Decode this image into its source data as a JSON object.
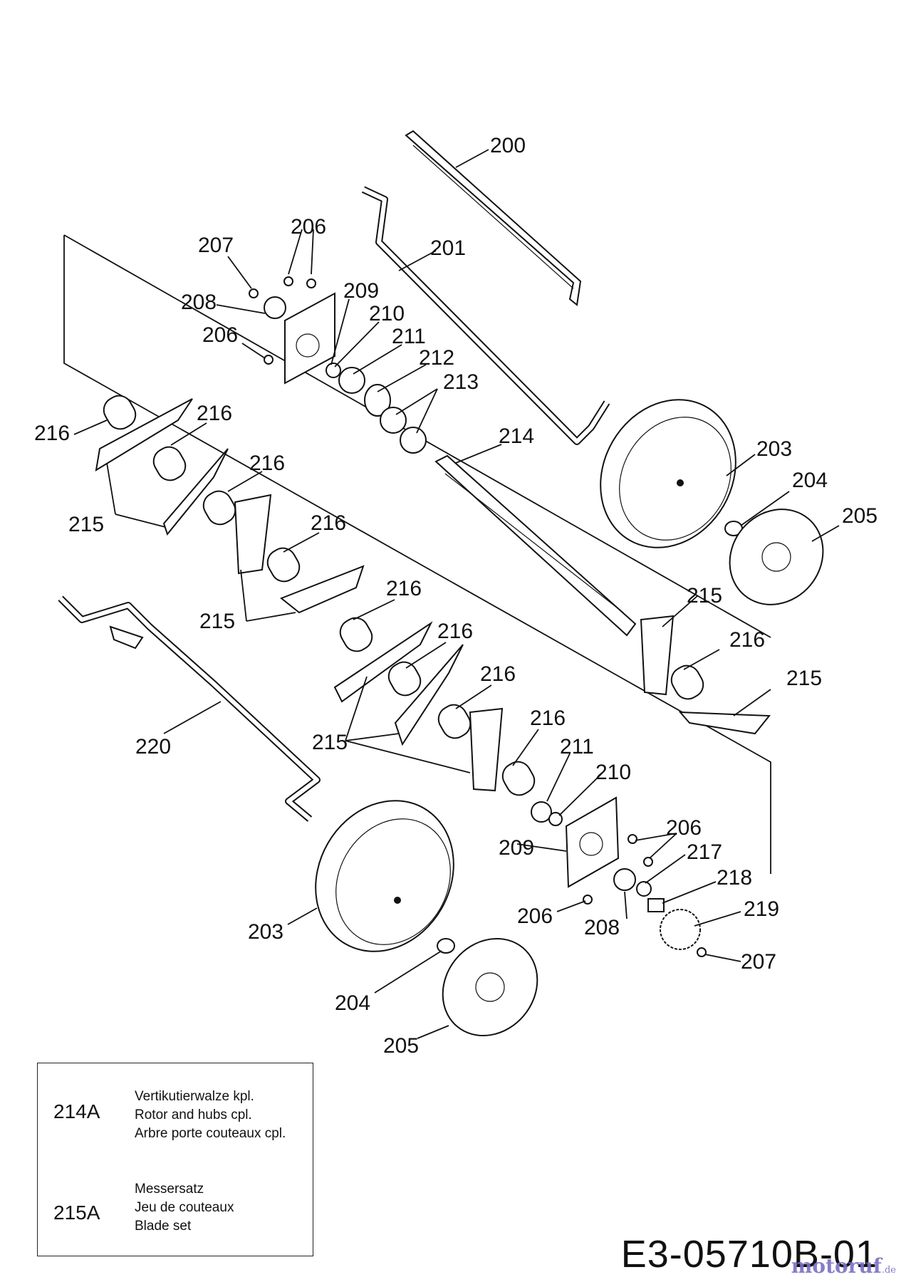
{
  "callouts": [
    "200",
    "201",
    "203",
    "204",
    "205",
    "206",
    "207",
    "208",
    "209",
    "210",
    "211",
    "212",
    "213",
    "214",
    "215",
    "216",
    "217",
    "218",
    "219",
    "220"
  ],
  "legend": [
    {
      "number": "214A",
      "lines": [
        "Vertikutierwalze kpl.",
        "Rotor and hubs cpl.",
        "Arbre porte couteaux cpl."
      ]
    },
    {
      "number": "215A",
      "lines": [
        "Messersatz",
        "Jeu de couteaux",
        "Blade set"
      ]
    }
  ],
  "drawing_code": "E3-05710B-01",
  "watermark": {
    "brand": "motoruf",
    "suffix": ".de"
  }
}
